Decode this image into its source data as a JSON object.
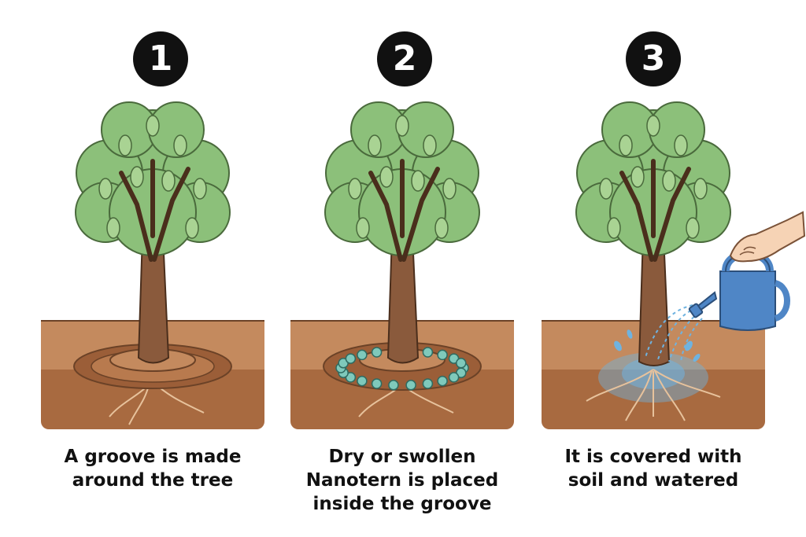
{
  "steps": [
    {
      "number": "1",
      "caption_lines": [
        "A groove is made",
        "around the tree"
      ]
    },
    {
      "number": "2",
      "caption_lines": [
        "Dry or swollen",
        "Nanotern is placed",
        "inside the groove"
      ]
    },
    {
      "number": "3",
      "caption_lines": [
        "It is covered with",
        "soil and watered"
      ]
    }
  ],
  "colors": {
    "leaf": "#8cc07a",
    "leaf_dark": "#5f9657",
    "trunk": "#8a5a3c",
    "soil_top": "#c48a5e",
    "soil_deep": "#a86a40",
    "nanotern_bead": "#7fc9bb",
    "water": "#6fb3e0",
    "can": "#4f86c6"
  }
}
